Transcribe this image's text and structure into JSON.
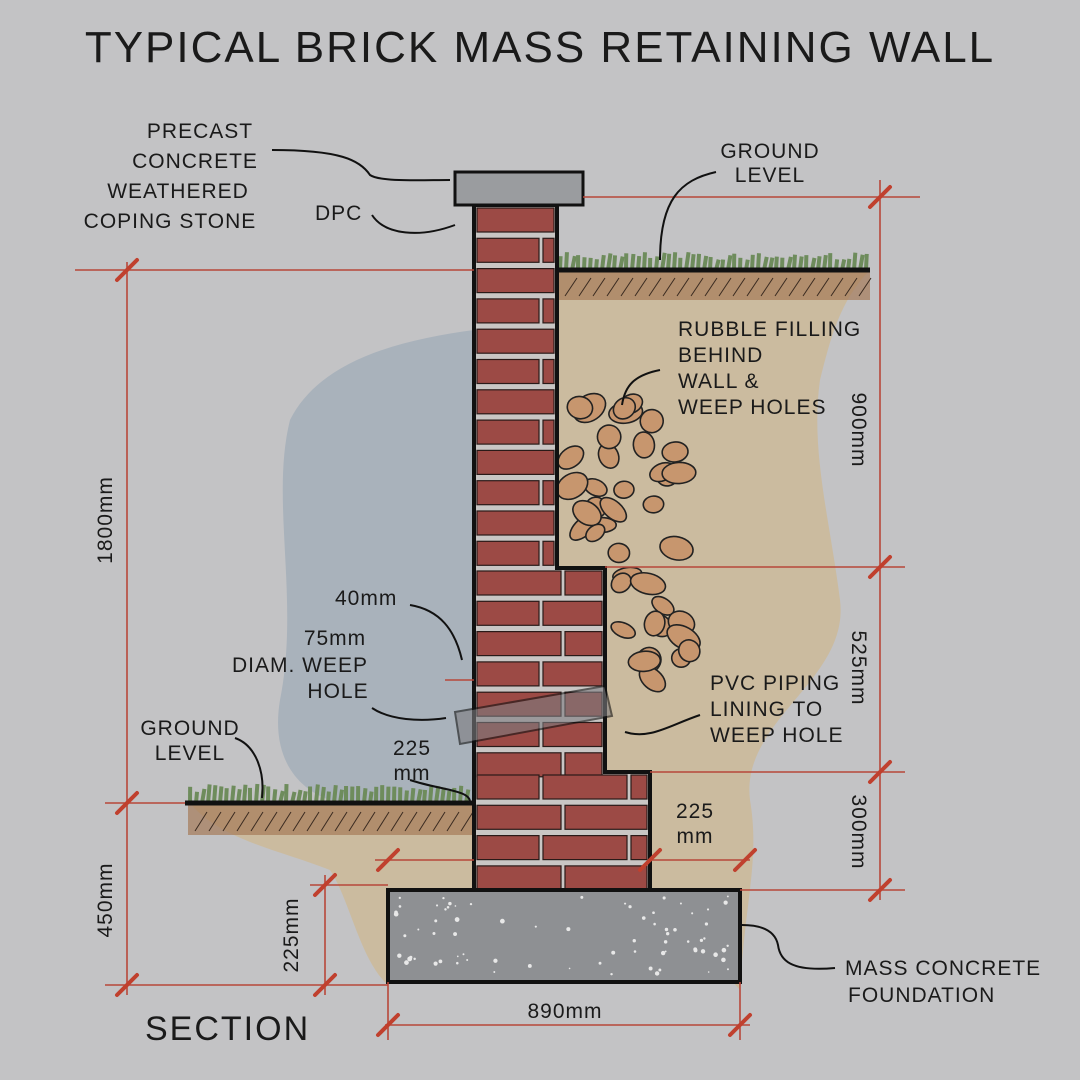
{
  "title": "TYPICAL BRICK MASS RETAINING WALL",
  "labels": {
    "coping": [
      "PRECAST",
      "CONCRETE",
      "WEATHERED",
      "COPING STONE"
    ],
    "dpc": "DPC",
    "ground_level_right": [
      "GROUND",
      "LEVEL"
    ],
    "rubble": [
      "RUBBLE FILLING",
      "BEHIND",
      "WALL &",
      "WEEP HOLES"
    ],
    "weep_40": "40mm",
    "weep_hole": [
      "75mm",
      "DIAM. WEEP",
      "HOLE"
    ],
    "pvc": [
      "PVC PIPING",
      "LINING TO",
      "WEEP HOLE"
    ],
    "ground_level_left": [
      "GROUND",
      "LEVEL"
    ],
    "step_225_left": [
      "225",
      "mm"
    ],
    "step_225_right": [
      "225",
      "mm"
    ],
    "foundation": [
      "MASS CONCRETE",
      "FOUNDATION"
    ],
    "section": "SECTION"
  },
  "dimensions": {
    "total_height": "1800mm",
    "below_ground": "450mm",
    "foundation_depth": "225mm",
    "upper": "900mm",
    "middle": "525mm",
    "lower": "300mm",
    "foundation_width": "890mm"
  },
  "colors": {
    "background": "#c3c3c5",
    "brick": "#9c4a45",
    "mortar": "#c9c6c4",
    "soil": "#cbbb9f",
    "water": "#a9b2bb",
    "grass": "#6e8c5c",
    "concrete": "#8e9093",
    "dimension": "#c0402e"
  }
}
